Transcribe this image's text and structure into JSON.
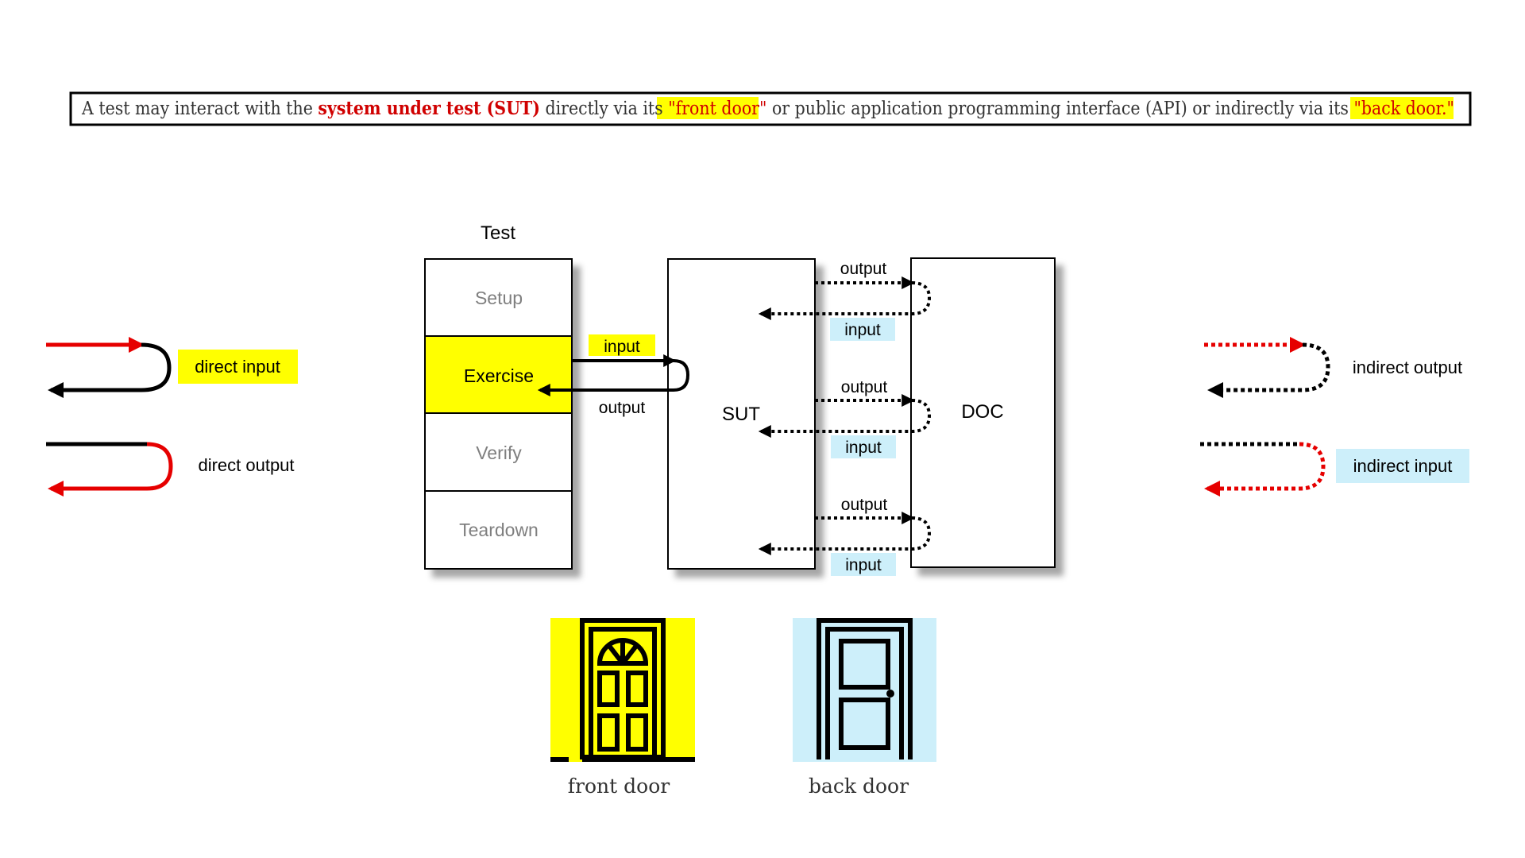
{
  "caption": {
    "part1": "A test may interact with the ",
    "sut_term": "system under test (SUT)",
    "part2": " directly via its ",
    "front_door_quote": "\"front door\"",
    "part3": " or public application programming interface (API) or indirectly via its ",
    "back_door_quote": "\"back door.\""
  },
  "test": {
    "title": "Test",
    "phases": [
      "Setup",
      "Exercise",
      "Verify",
      "Teardown"
    ],
    "active_phase": "Exercise"
  },
  "direct_labels": {
    "input": "input",
    "output": "output"
  },
  "sut_label": "SUT",
  "doc_label": "DOC",
  "indirect_labels": [
    {
      "output": "output",
      "input": "input"
    },
    {
      "output": "output",
      "input": "input"
    },
    {
      "output": "output",
      "input": "input"
    }
  ],
  "legend": {
    "direct_input": "direct input",
    "direct_output": "direct output",
    "indirect_output": "indirect output",
    "indirect_input": "indirect input"
  },
  "doors": {
    "front": "front door",
    "back": "back door"
  },
  "colors": {
    "highlight_yellow": "#ffff00",
    "highlight_blue": "#cdeffa",
    "arrow_red": "#e60000",
    "text_red": "#d00000",
    "text_grey": "#7f7f7f"
  }
}
